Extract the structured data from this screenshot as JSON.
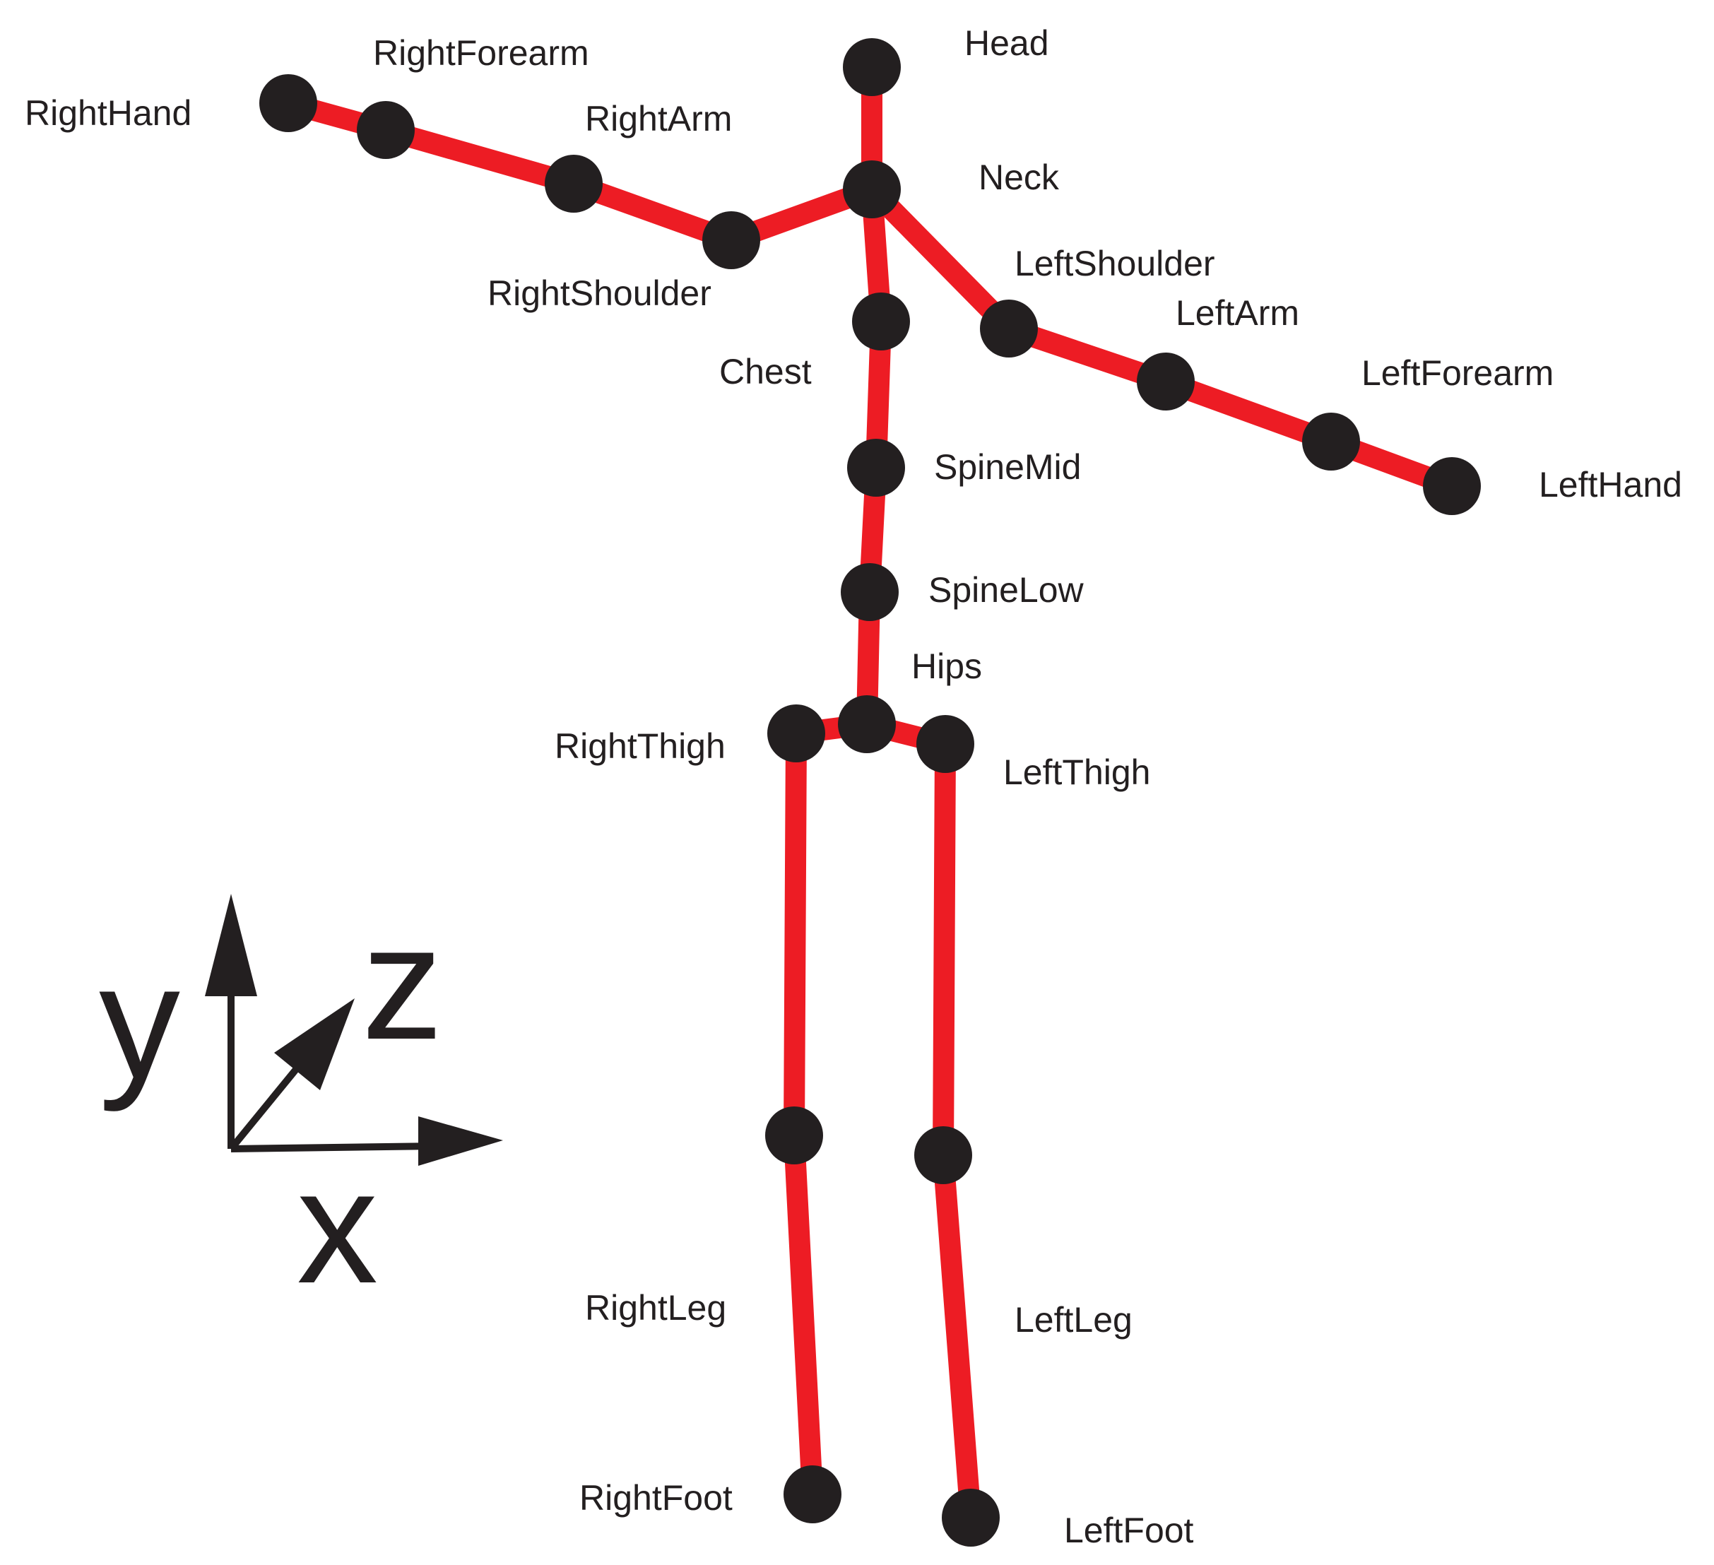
{
  "colors": {
    "bone": "#ed1c24",
    "joint": "#231f20",
    "text": "#231f20",
    "background": "#ffffff"
  },
  "joints": {
    "head": "Head",
    "neck": "Neck",
    "chest": "Chest",
    "spine_mid": "SpineMid",
    "spine_low": "SpineLow",
    "hips": "Hips",
    "right_shoulder": "RightShoulder",
    "right_arm": "RightArm",
    "right_forearm": "RightForearm",
    "right_hand": "RightHand",
    "left_shoulder": "LeftShoulder",
    "left_arm": "LeftArm",
    "left_forearm": "LeftForearm",
    "left_hand": "LeftHand",
    "right_thigh": "RightThigh",
    "right_leg": "RightLeg",
    "right_foot": "RightFoot",
    "left_thigh": "LeftThigh",
    "left_leg": "LeftLeg",
    "left_foot": "LeftFoot"
  },
  "axes": {
    "x": "x",
    "y": "y",
    "z": "z"
  }
}
